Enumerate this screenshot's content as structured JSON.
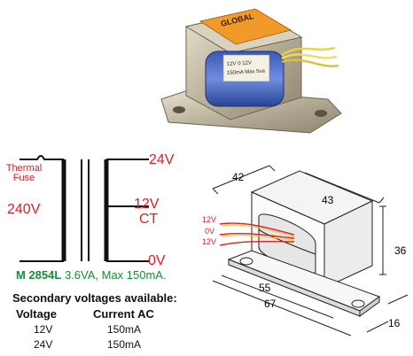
{
  "photo": {
    "top_label": "GLOBAL",
    "coil_label_lines": [
      "12V  0  12V",
      "150mA  Max  5va"
    ]
  },
  "schematic": {
    "thermal_fuse": "Thermal\nFuse",
    "primary": "240V",
    "sec_top": "24V",
    "sec_mid": "12V",
    "sec_ct": "CT",
    "sec_bottom": "0V",
    "model": "M 2854L",
    "spec": "3.6VA, Max 150mA."
  },
  "table": {
    "title": "Secondary voltages available:",
    "col_voltage": "Voltage",
    "col_current": "Current AC",
    "rows": [
      {
        "voltage": "12V",
        "current": "150mA"
      },
      {
        "voltage": "24V",
        "current": "150mA"
      }
    ]
  },
  "dimensions": {
    "lead_12v_a": "12V",
    "lead_0v": "0V",
    "lead_12v_b": "12V",
    "d42": "42",
    "d43": "43",
    "d36": "36",
    "d55": "55",
    "d67": "67",
    "d16": "16"
  },
  "colors": {
    "red": "#d81f26",
    "green": "#1a8a3a"
  }
}
